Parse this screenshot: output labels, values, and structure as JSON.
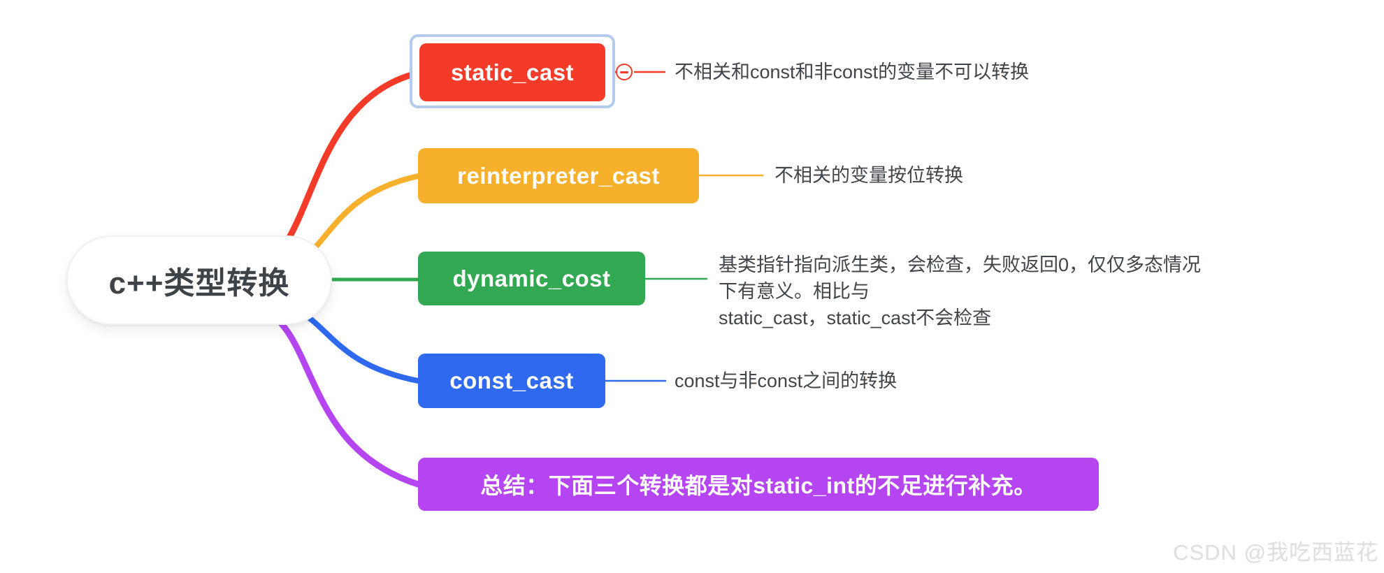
{
  "root": {
    "label": "c++类型转换"
  },
  "branches": [
    {
      "label": "static_cast",
      "color": "#f43b2a",
      "selected": true,
      "collapse_icon": "minus-circle-icon",
      "note": "不相关和const和非const的变量不可以转换"
    },
    {
      "label": "reinterpreter_cast",
      "color": "#f6b02c",
      "note": "不相关的变量按位转换"
    },
    {
      "label": "dynamic_cost",
      "color": "#31a851",
      "note_lines": [
        "基类指针指向派生类，会检查，失败返回0，仅仅多态情况下有意义。相比与",
        "static_cast，static_cast不会检查"
      ]
    },
    {
      "label": "const_cast",
      "color": "#2e69f0",
      "note": "const与非const之间的转换"
    },
    {
      "label": "总结：下面三个转换都是对static_int的不足进行补充。",
      "color": "#b545f1"
    }
  ],
  "selection_frame_color": "#b3cbec",
  "watermark": "CSDN @我吃西蓝花"
}
